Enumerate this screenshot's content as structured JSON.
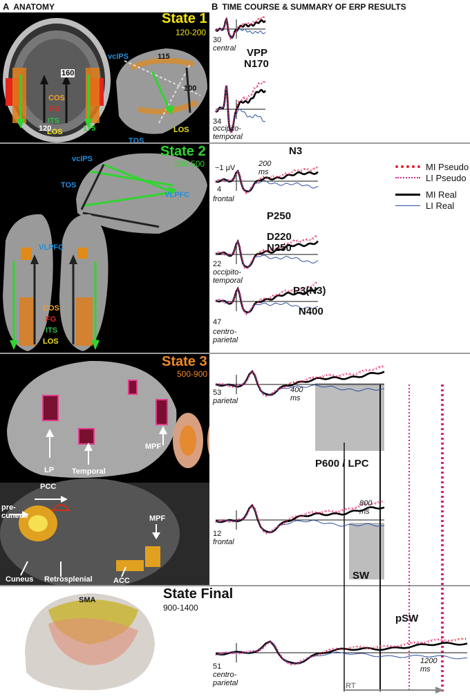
{
  "header": {
    "left_letter": "A",
    "left_title": "ANATOMY",
    "right_letter": "B",
    "right_title": "TIME COURSE & SUMMARY OF ERP RESULTS"
  },
  "legend": [
    {
      "label": "MI Pseudo",
      "color": "#e8212c",
      "style": "dotted"
    },
    {
      "label": "LI Pseudo",
      "color": "#d6228f",
      "style": "dotted-thin"
    },
    {
      "label": "MI Real",
      "color": "#000000",
      "style": "solid-thick"
    },
    {
      "label": "LI Real",
      "color": "#2c4ea0",
      "style": "solid-thin"
    }
  ],
  "state1": {
    "title": "State 1",
    "range": "120-200",
    "anatomy": {
      "labels": {
        "vcips": "vcIPS",
        "cos": "COS",
        "fg": "FG",
        "its": "ITS",
        "los": "LOS",
        "tos": "TOS",
        "los_side": "LOS"
      },
      "numbers": {
        "n160": "160",
        "n120": "120",
        "n175": "175",
        "n115": "115",
        "n100": "100"
      }
    },
    "plots": {
      "central": {
        "electrode": "30",
        "label": "central",
        "peak": "VPP"
      },
      "occipito": {
        "electrode": "34",
        "label_1": "occipito-",
        "label_2": "temporal",
        "peak": "N170"
      }
    }
  },
  "state2": {
    "title": "State 2",
    "range": "200-500",
    "anatomy": {
      "labels": {
        "vcips": "vcIPS",
        "tos": "TOS",
        "vlpfc_side": "VLPFC",
        "vlpfc_ventral": "VLPFC",
        "cos": "COS",
        "fg": "FG",
        "its": "ITS",
        "los": "LOS"
      }
    },
    "scale": {
      "amp": "−1 μV",
      "time": "200",
      "time_unit": "ms"
    },
    "plots": {
      "frontal": {
        "electrode": "4",
        "label": "frontal",
        "peak": "N3"
      },
      "occipito": {
        "electrode": "22",
        "label_1": "occipito-",
        "label_2": "temporal",
        "peak_1": "P250",
        "peak_2": "D220",
        "peak_3": "N250"
      },
      "centro": {
        "electrode": "47",
        "label_1": "centro-",
        "label_2": "parietal",
        "peak_1": "P3(N3)",
        "peak_2": "N400"
      }
    }
  },
  "state3": {
    "title": "State 3",
    "range": "500-900",
    "anatomy": {
      "labels": {
        "lp": "LP",
        "temporal": "Temporal",
        "mpf": "MPF",
        "pcc": "PCC",
        "precuneus_1": "pre-",
        "precuneus_2": "cuneus",
        "mpf_medial": "MPF",
        "cuneus": "Cuneus",
        "retrosplenial": "Retrosplenial",
        "acc": "ACC"
      }
    },
    "plots": {
      "parietal": {
        "electrode": "53",
        "label": "parietal",
        "time": "400",
        "time_unit": "ms",
        "peak": "P600 / LPC"
      },
      "frontal": {
        "electrode": "12",
        "label": "frontal",
        "time": "800",
        "time_unit": "ms",
        "peak": "SW"
      }
    }
  },
  "state_final": {
    "title": "State Final",
    "range": "900-1400",
    "anatomy": {
      "labels": {
        "sma": "SMA"
      }
    },
    "plots": {
      "centro": {
        "electrode": "51",
        "label_1": "centro-",
        "label_2": "parietal",
        "time": "1200",
        "time_unit": "ms",
        "peak": "pSW",
        "rt": "RT"
      }
    }
  }
}
